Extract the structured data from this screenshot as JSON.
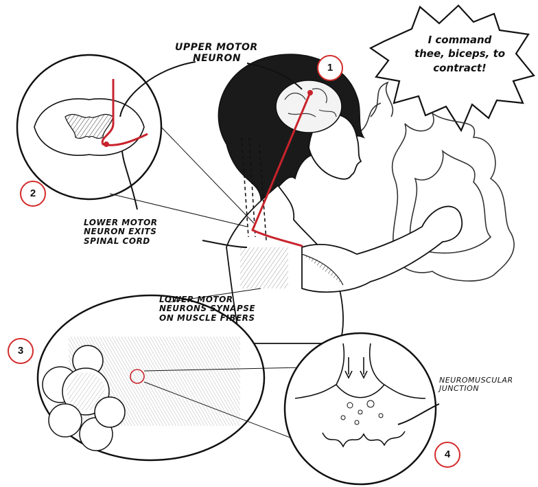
{
  "labels": {
    "upper_motor_neuron": [
      "Upper Motor",
      "Neuron"
    ],
    "lower_motor_exits": [
      "Lower motor",
      "neuron exits",
      "spinal cord"
    ],
    "lower_motor_synapse": [
      "Lower motor",
      "neurons synapse",
      "on muscle fibers"
    ],
    "neuromuscular_junction": [
      "Neuromuscular",
      "junction"
    ]
  },
  "speech_bubble": [
    "I command",
    "thee, biceps, to",
    "contract!"
  ],
  "markers": [
    "1",
    "2",
    "3",
    "4"
  ],
  "colors": {
    "neuron_red": "#c8232c",
    "marker_ring": "#d42a2a",
    "ink": "#111111"
  }
}
